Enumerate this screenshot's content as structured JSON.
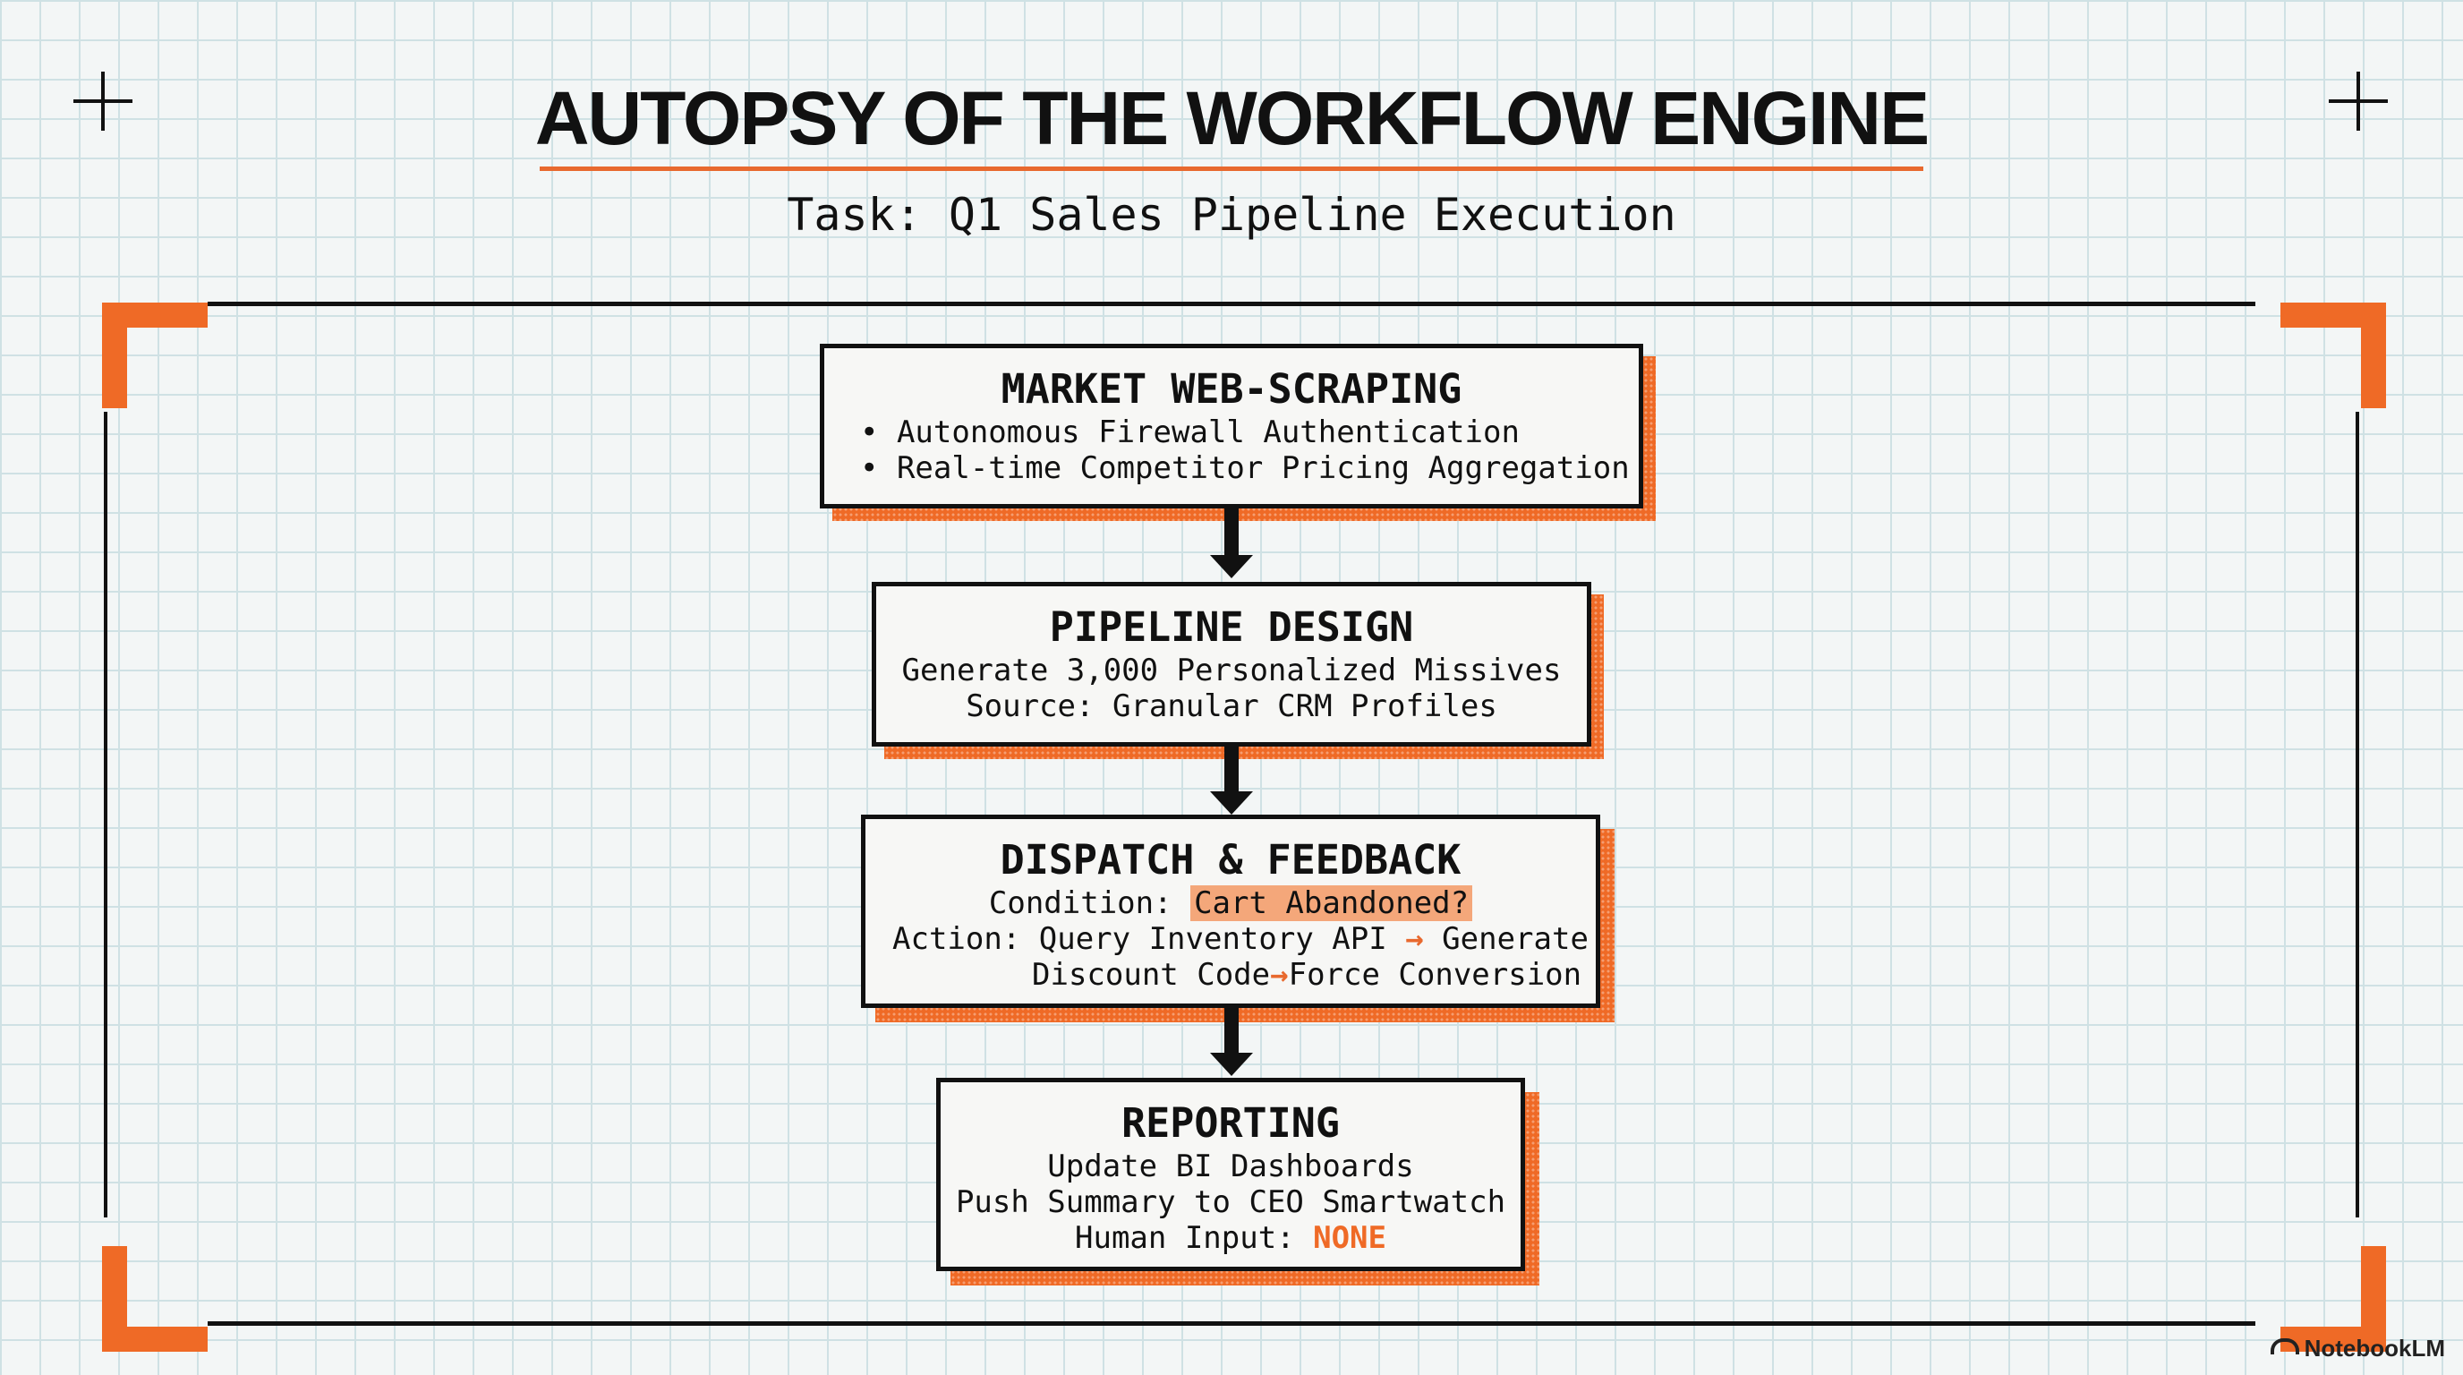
{
  "title": "AUTOPSY OF THE WORKFLOW ENGINE",
  "subtitle": "Task: Q1 Sales Pipeline Execution",
  "steps": [
    {
      "title": "MARKET WEB-SCRAPING",
      "bullets": [
        "Autonomous Firewall Authentication",
        "Real-time Competitor Pricing Aggregation"
      ]
    },
    {
      "title": "PIPELINE DESIGN",
      "lines": [
        "Generate 3,000 Personalized Missives",
        "Source: Granular CRM Profiles"
      ]
    },
    {
      "title": "DISPATCH & FEEDBACK",
      "condition_label": "Condition: ",
      "condition_value": "Cart Abandoned?",
      "action_label": "Action: ",
      "action_parts": [
        "Query Inventory API",
        "Generate",
        "Discount Code",
        "Force Conversion"
      ]
    },
    {
      "title": "REPORTING",
      "lines": [
        "Update BI Dashboards",
        "Push Summary to CEO Smartwatch"
      ],
      "human_label": "Human Input: ",
      "human_value": "NONE"
    }
  ],
  "brand": "NotebookLM",
  "colors": {
    "accent": "#ef6a26",
    "highlight": "#f4a77a",
    "ink": "#111111",
    "grid": "#cfe1e4"
  }
}
